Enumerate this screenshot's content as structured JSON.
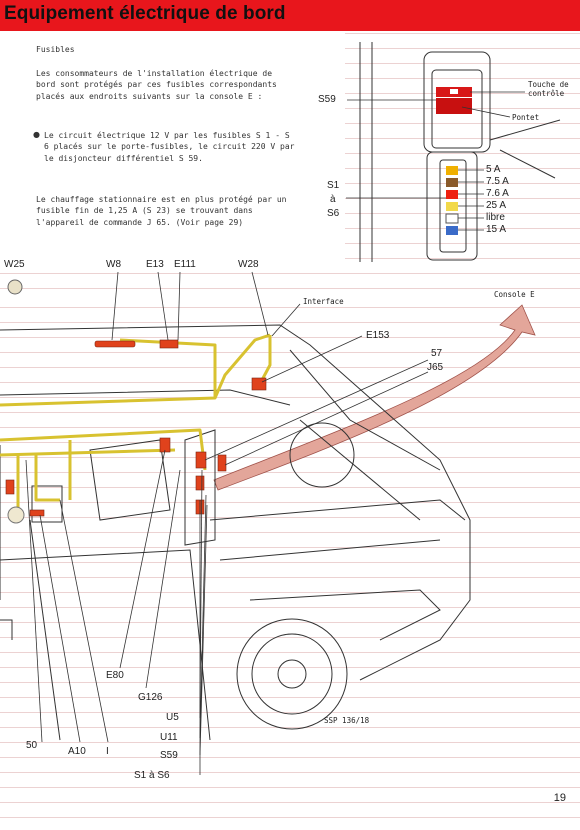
{
  "header": {
    "title": "Equipement électrique de bord",
    "color": "#e8161c"
  },
  "section_title": "Fusibles",
  "paragraphs": [
    "Les consommateurs de l'installation électrique de bord sont protégés par ces fusibles correspondants placés aux endroits suivants sur la console E :",
    "Le circuit électrique 12 V par les fusibles S 1 - S 6 placés sur le porte-fusibles, le circuit 220 V par le disjoncteur différentiel S 59.",
    "Le chauffage stationnaire est en plus protégé par un fusible fin de 1,25 A (S 23) se trouvant dans l'appareil de commande J 65. (Voir page 29)"
  ],
  "inset": {
    "s59": "S59",
    "s1": "S1",
    "a": "à",
    "s6": "S6",
    "touche": "Touche de contrôle",
    "pontet": "Pontet",
    "fuses": [
      "5 A",
      "7.5 A",
      "7.6 A",
      "25 A",
      "libre",
      "15 A"
    ]
  },
  "labels": {
    "w25": "W25",
    "w8": "W8",
    "e13": "E13",
    "e111": "E111",
    "w28": "W28",
    "interface": "Interface",
    "console": "Console  E",
    "e153": "E153",
    "n57": "57",
    "j65": "J65",
    "e80": "E80",
    "g126": "G126",
    "u5": "U5",
    "u11": "U11",
    "s59": "S59",
    "s1s6": "S1 à S6",
    "n50": "50",
    "a10": "A10",
    "i": "I",
    "ssp": "SSP 136/18"
  },
  "page_number": "19",
  "colors": {
    "wiring": "#d8c230",
    "fuse_red": "#e0421c",
    "arrow": "#c9847a"
  }
}
